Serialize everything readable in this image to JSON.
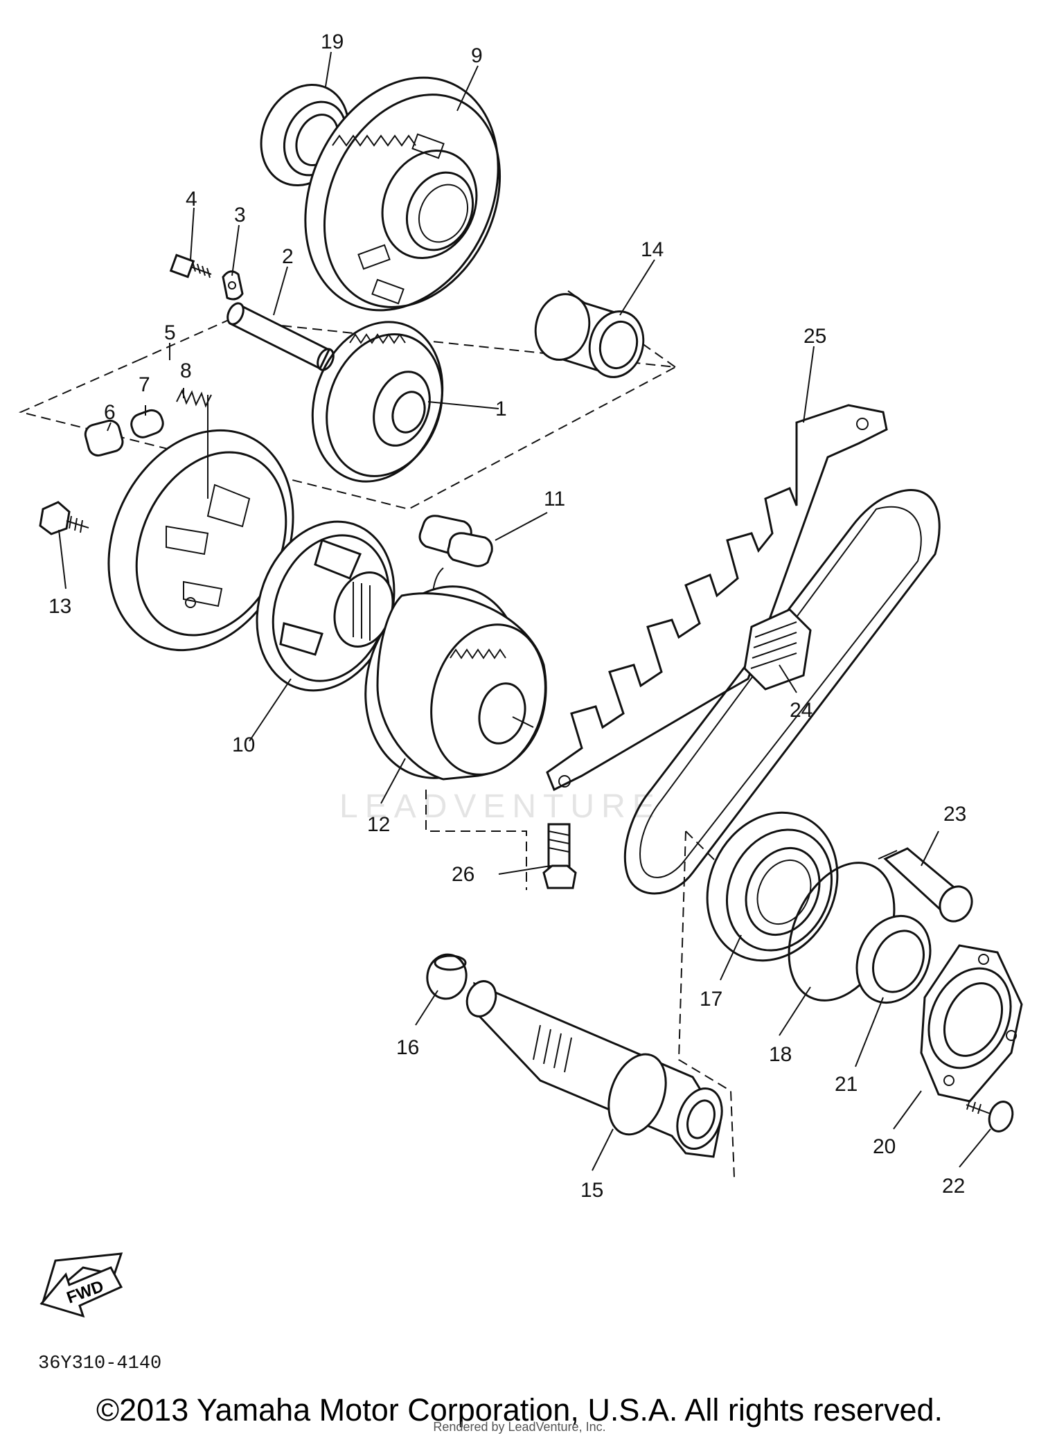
{
  "callouts": {
    "c1": "1",
    "c2": "2",
    "c3": "3",
    "c4": "4",
    "c5": "5",
    "c6": "6",
    "c7": "7",
    "c8": "8",
    "c9": "9",
    "c10": "10",
    "c11": "11",
    "c12": "12",
    "c13": "13",
    "c14": "14",
    "c15": "15",
    "c16": "16",
    "c17": "17",
    "c18": "18",
    "c19": "19",
    "c20": "20",
    "c21": "21",
    "c22": "22",
    "c23": "23",
    "c24": "24",
    "c25": "25",
    "c26": "26"
  },
  "watermark": "LEADVENTURE",
  "fwd_label": "FWD",
  "diagram_code": "36Y310-4140",
  "copyright": "©2013 Yamaha Motor Corporation, U.S.A. All rights reserved.",
  "rendered_by": "Rendered by LeadVenture, Inc."
}
